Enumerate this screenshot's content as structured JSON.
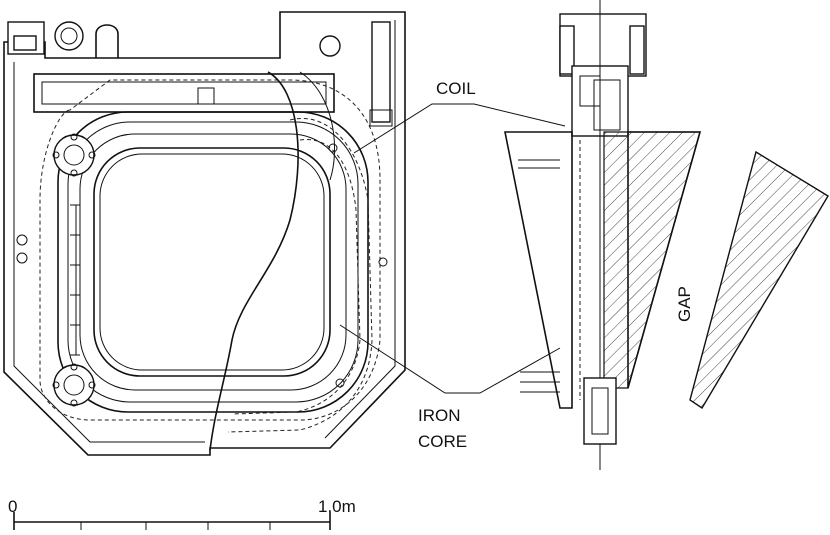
{
  "labels": {
    "coil": "COIL",
    "iron": "IRON",
    "core": "CORE",
    "gap": "GAP"
  },
  "scale_bar": {
    "start_label": "0",
    "end_label": "1.0m"
  }
}
